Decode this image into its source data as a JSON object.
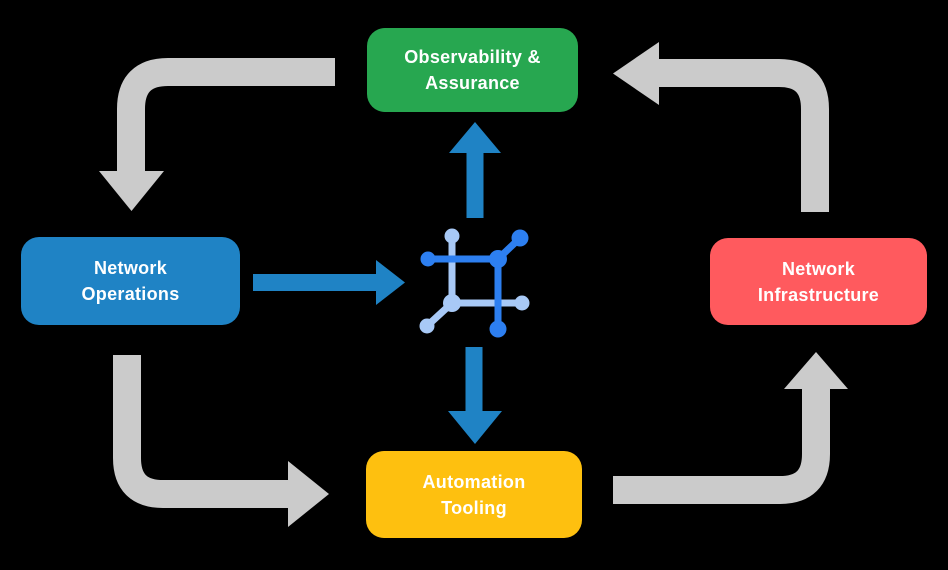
{
  "diagram": {
    "boxes": {
      "observability": {
        "line1": "Observability &",
        "line2": "Assurance",
        "color": "#27a750"
      },
      "operations": {
        "line1": "Network",
        "line2": "Operations",
        "color": "#1f83c5"
      },
      "infrastructure": {
        "line1": "Network",
        "line2": "Infrastructure",
        "color": "#ff5a5e"
      },
      "automation": {
        "line1": "Automation",
        "line2": "Tooling",
        "color": "#fec00f"
      }
    },
    "icons": {
      "hub": "network-hub-icon"
    },
    "colors": {
      "background": "#000000",
      "cycle_arrow": "#cbcbcb",
      "hub_arrow": "#1f83c5",
      "icon_dark": "#2d7ff0",
      "icon_light": "#a8c9f6",
      "box_text": "#ffffff"
    }
  }
}
